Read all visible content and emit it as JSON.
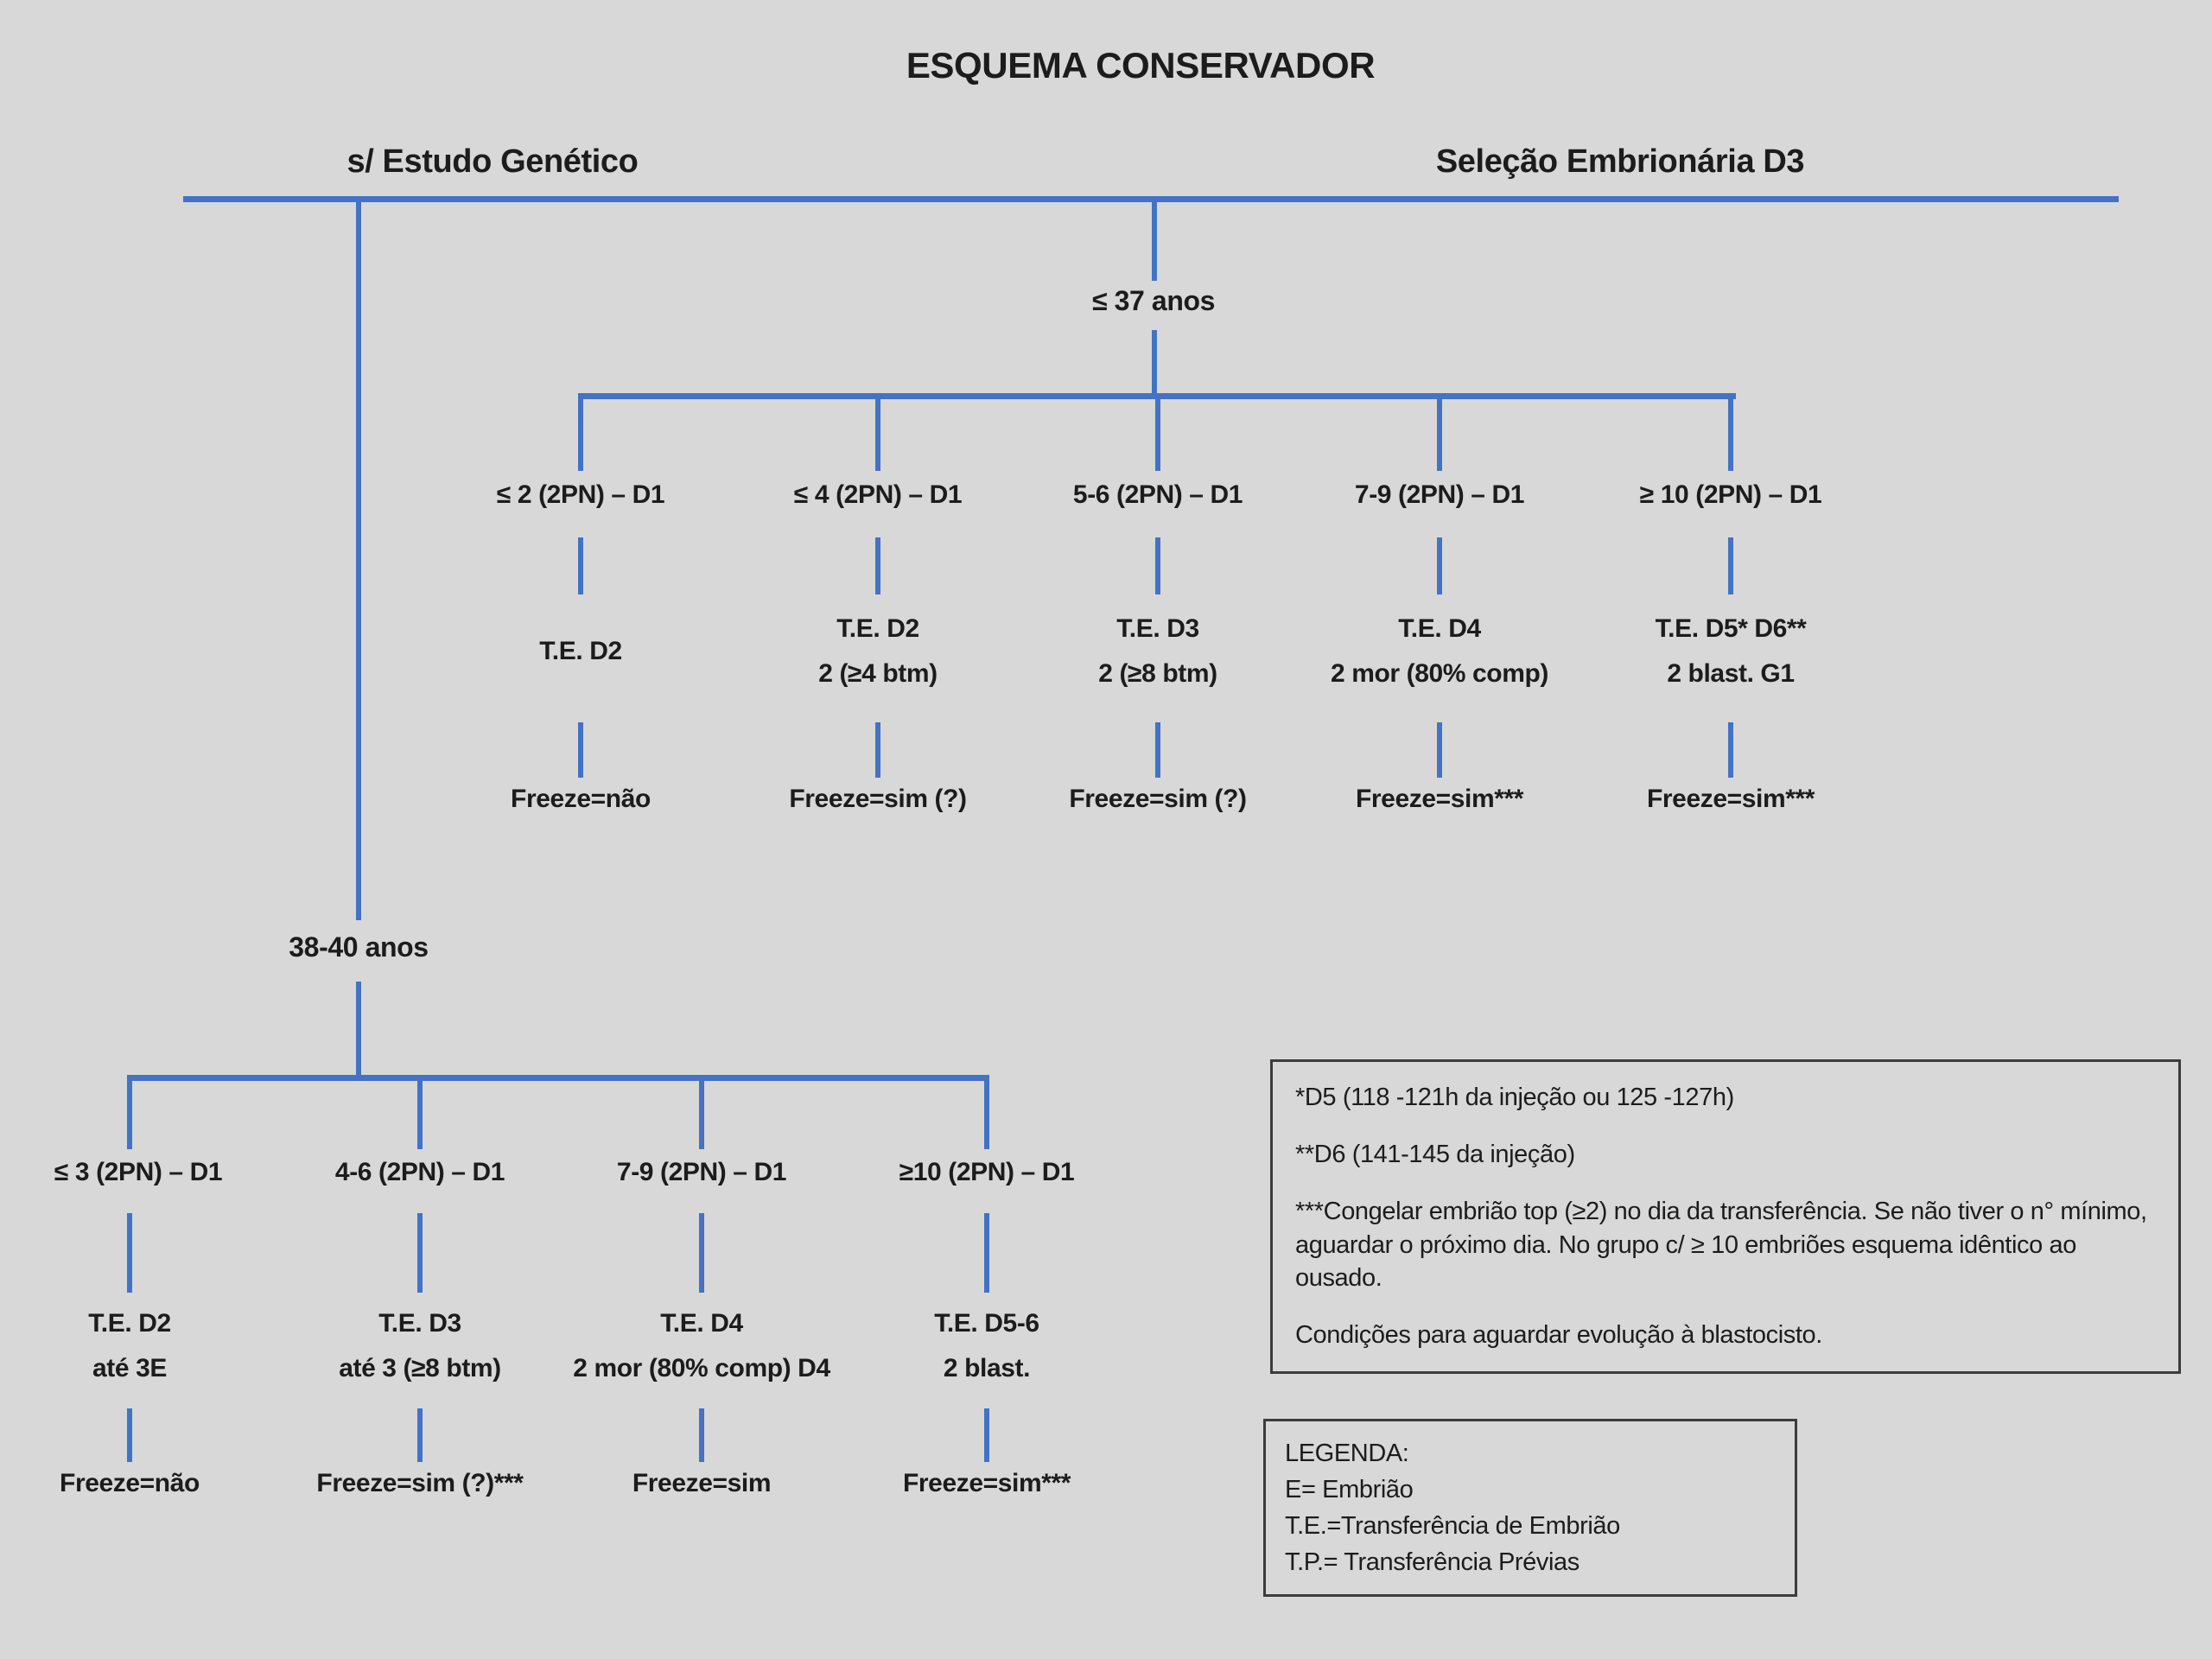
{
  "title": "ESQUEMA CONSERVADOR",
  "headers": {
    "left": "s/ Estudo Genético",
    "right": "Seleção Embrionária D3"
  },
  "upper_tree": {
    "age_label": "≤ 37 anos",
    "branches": [
      {
        "label": "≤ 2 (2PN) – D1",
        "te1": "T.E. D2",
        "te2": "",
        "freeze": "Freeze=não"
      },
      {
        "label": "≤ 4 (2PN) – D1",
        "te1": "T.E. D2",
        "te2": "2 (≥4 btm)",
        "freeze": "Freeze=sim (?)"
      },
      {
        "label": "5-6 (2PN) – D1",
        "te1": "T.E. D3",
        "te2": "2 (≥8 btm)",
        "freeze": "Freeze=sim (?)"
      },
      {
        "label": "7-9 (2PN) – D1",
        "te1": "T.E. D4",
        "te2": "2 mor (80% comp)",
        "freeze": "Freeze=sim***"
      },
      {
        "label": "≥ 10 (2PN) – D1",
        "te1": "T.E. D5* D6**",
        "te2": "2 blast. G1",
        "freeze": "Freeze=sim***"
      }
    ]
  },
  "lower_tree": {
    "age_label": "38-40 anos",
    "branches": [
      {
        "label": "≤ 3 (2PN) – D1",
        "te1": "T.E. D2",
        "te2": "até 3E",
        "freeze": "Freeze=não"
      },
      {
        "label": "4-6 (2PN) – D1",
        "te1": "T.E. D3",
        "te2": "até 3 (≥8 btm)",
        "freeze": "Freeze=sim (?)***"
      },
      {
        "label": "7-9 (2PN) – D1",
        "te1": "T.E. D4",
        "te2": "2 mor (80% comp) D4",
        "freeze": "Freeze=sim"
      },
      {
        "label": "≥10 (2PN) – D1",
        "te1": "T.E. D5-6",
        "te2": "2 blast.",
        "freeze": "Freeze=sim***"
      }
    ]
  },
  "notes_box": {
    "note1": "*D5 (118 -121h da injeção ou 125 -127h)",
    "note2": "**D6 (141-145 da injeção)",
    "note3": "***Congelar embrião top (≥2) no dia da transferência. Se não tiver o n° mínimo, aguardar o próximo dia. No grupo c/ ≥ 10 embriões esquema idêntico ao ousado.",
    "note4": "Condições para aguardar evolução à blastocisto."
  },
  "legend_box": {
    "title": "LEGENDA:",
    "item1": "E= Embrião",
    "item2": "T.E.=Transferência de Embrião",
    "item3": "T.P.= Transferência Prévias"
  },
  "colors": {
    "line_blue": "#4472c4",
    "background": "#d8d8d8",
    "text": "#1c1c1c",
    "box_border": "#3c3c3c"
  }
}
